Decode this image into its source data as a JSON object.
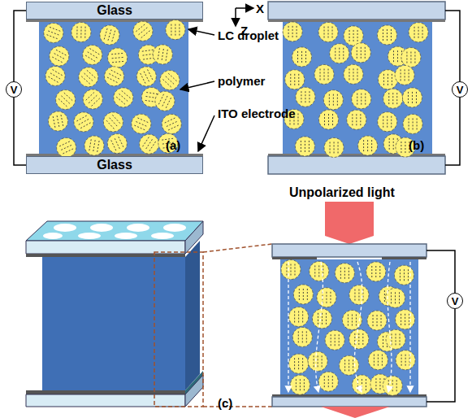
{
  "diagram": {
    "nodes": [
      {
        "text": [
          "Glass"
        ]
      },
      {
        "text": [
          "Glass"
        ]
      },
      {
        "text": [
          "V"
        ]
      },
      {
        "text": [
          "V"
        ]
      },
      {
        "text": [
          "V"
        ]
      }
    ],
    "edges": [
      {
        "from": 2,
        "to": 0,
        "arrow": "none"
      },
      {
        "from": 2,
        "to": 1,
        "arrow": "none"
      }
    ],
    "labels": [
      "X",
      "Z",
      "LC droplet",
      "polymer",
      "ITO electrode",
      "(a)",
      "(b)",
      "(c)",
      "Unpolarized light"
    ]
  }
}
